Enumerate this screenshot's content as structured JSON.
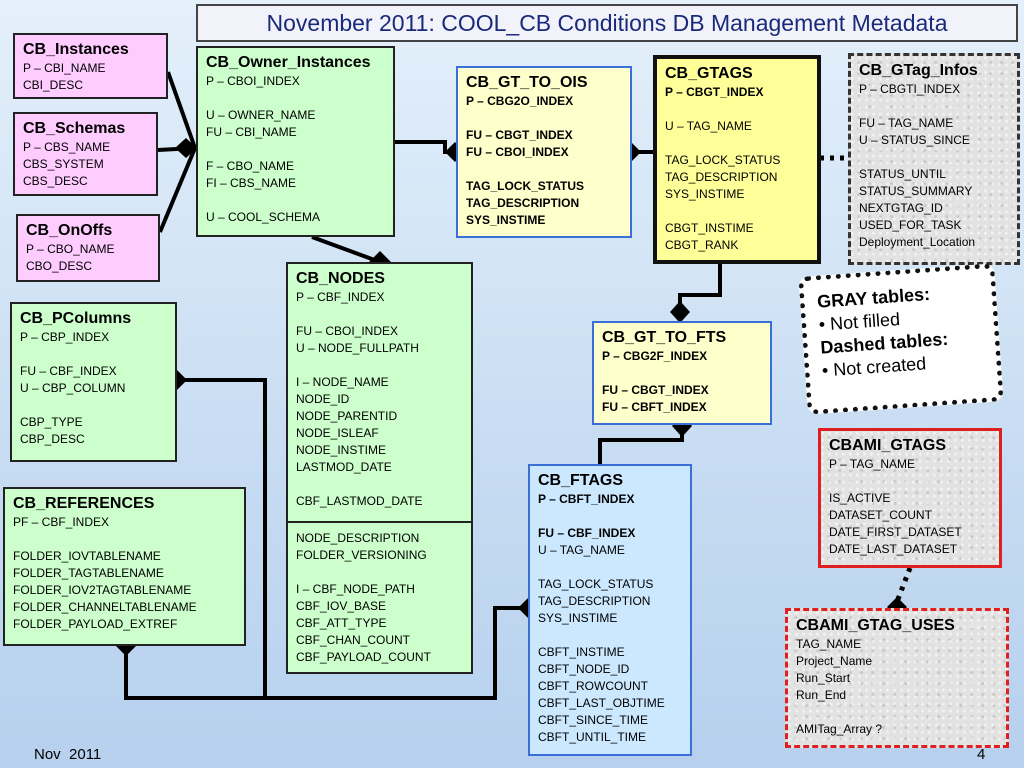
{
  "slide": {
    "title": "November 2011: COOL_CB Conditions DB Management Metadata",
    "footer_left": "Nov  2011",
    "page_number": "4"
  },
  "legend": {
    "gray_heading": "GRAY tables:",
    "gray_note": "• Not filled",
    "dashed_heading": "Dashed tables:",
    "dashed_note": "• Not created"
  },
  "tables": {
    "cb_instances": {
      "name": "CB_Instances",
      "lines": [
        "P – CBI_NAME",
        "CBI_DESC"
      ]
    },
    "cb_schemas": {
      "name": "CB_Schemas",
      "lines": [
        "P – CBS_NAME",
        "CBS_SYSTEM",
        "CBS_DESC"
      ]
    },
    "cb_onoffs": {
      "name": "CB_OnOffs",
      "lines": [
        "P – CBO_NAME",
        "CBO_DESC"
      ]
    },
    "cb_owner_instances": {
      "name": "CB_Owner_Instances",
      "lines": [
        "P – CBOI_INDEX",
        "",
        "U – OWNER_NAME",
        "FU – CBI_NAME",
        "",
        "F – CBO_NAME",
        "FI – CBS_NAME",
        "",
        "U – COOL_SCHEMA"
      ]
    },
    "cb_pcolumns": {
      "name": "CB_PColumns",
      "lines": [
        "P – CBP_INDEX",
        "",
        "FU – CBF_INDEX",
        "U – CBP_COLUMN",
        "",
        "CBP_TYPE",
        "CBP_DESC"
      ]
    },
    "cb_references": {
      "name": "CB_REFERENCES",
      "lines": [
        "PF – CBF_INDEX",
        "",
        "FOLDER_IOVTABLENAME",
        "FOLDER_TAGTABLENAME",
        "FOLDER_IOV2TAGTABLENAME",
        "FOLDER_CHANNELTABLENAME",
        "FOLDER_PAYLOAD_EXTREF"
      ]
    },
    "cb_nodes": {
      "name": "CB_NODES",
      "lines": [
        "P – CBF_INDEX",
        "",
        "FU – CBOI_INDEX",
        "U – NODE_FULLPATH",
        "",
        "I – NODE_NAME",
        "NODE_ID",
        "NODE_PARENTID",
        "NODE_ISLEAF",
        "NODE_INSTIME",
        "LASTMOD_DATE",
        "",
        "CBF_LASTMOD_DATE"
      ],
      "lower_lines": [
        "NODE_DESCRIPTION",
        "FOLDER_VERSIONING",
        "",
        "I – CBF_NODE_PATH",
        "CBF_IOV_BASE",
        "CBF_ATT_TYPE",
        "CBF_CHAN_COUNT",
        "CBF_PAYLOAD_COUNT"
      ]
    },
    "cb_gt_to_ois": {
      "name": "CB_GT_TO_OIS",
      "lines": [
        "P – CBG2O_INDEX",
        "",
        "FU – CBGT_INDEX",
        "FU – CBOI_INDEX",
        "",
        "TAG_LOCK_STATUS",
        "TAG_DESCRIPTION",
        "SYS_INSTIME"
      ]
    },
    "cb_gtags": {
      "name": "CB_GTAGS",
      "lines": [
        "P – CBGT_INDEX",
        "",
        "U – TAG_NAME",
        "",
        "TAG_LOCK_STATUS",
        "TAG_DESCRIPTION",
        "SYS_INSTIME",
        "",
        "CBGT_INSTIME",
        "CBGT_RANK"
      ]
    },
    "cb_gtag_infos": {
      "name": "CB_GTag_Infos",
      "lines": [
        "P – CBGTI_INDEX",
        "",
        "FU – TAG_NAME",
        "U – STATUS_SINCE",
        "",
        "STATUS_UNTIL",
        "STATUS_SUMMARY",
        "NEXTGTAG_ID",
        "USED_FOR_TASK",
        "Deployment_Location"
      ]
    },
    "cb_gt_to_fts": {
      "name": "CB_GT_TO_FTS",
      "lines": [
        "P – CBG2F_INDEX",
        "",
        "FU – CBGT_INDEX",
        "FU – CBFT_INDEX"
      ]
    },
    "cb_ftags": {
      "name": "CB_FTAGS",
      "lines": [
        "P – CBFT_INDEX",
        "",
        "FU – CBF_INDEX",
        "U – TAG_NAME",
        "",
        "TAG_LOCK_STATUS",
        "TAG_DESCRIPTION",
        "SYS_INSTIME",
        "",
        "CBFT_INSTIME",
        "CBFT_NODE_ID",
        "CBFT_ROWCOUNT",
        "CBFT_LAST_OBJTIME",
        "CBFT_SINCE_TIME",
        "CBFT_UNTIL_TIME"
      ]
    },
    "cbami_gtags": {
      "name": "CBAMI_GTAGS",
      "lines": [
        "P – TAG_NAME",
        "",
        "IS_ACTIVE",
        "DATASET_COUNT",
        "DATE_FIRST_DATASET",
        "DATE_LAST_DATASET"
      ]
    },
    "cbami_gtag_uses": {
      "name": "CBAMI_GTAG_USES",
      "lines": [
        "TAG_NAME",
        "Project_Name",
        "Run_Start",
        "Run_End",
        "",
        "AMITag_Array ?"
      ]
    }
  }
}
